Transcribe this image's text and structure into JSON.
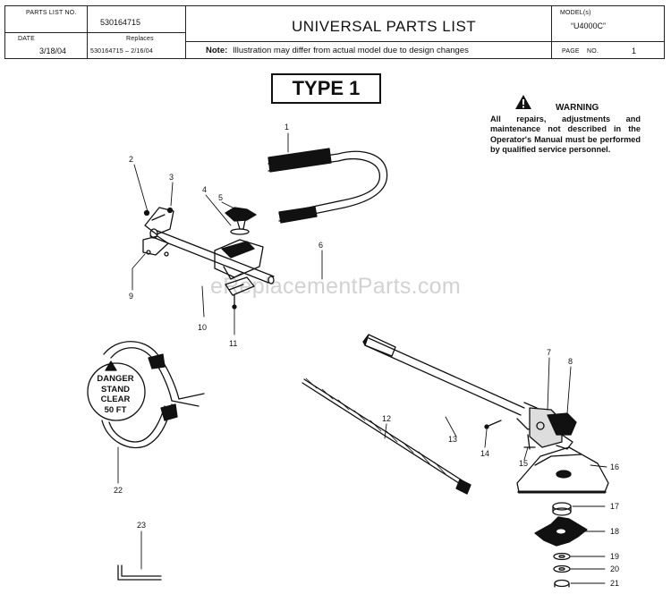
{
  "header": {
    "parts_list_no_label": "PARTS LIST NO.",
    "parts_list_no": "530164715",
    "title": "UNIVERSAL PARTS LIST",
    "models_label": "MODEL(s)",
    "model": "“U4000C”",
    "date_label": "DATE",
    "date": "3/18/04",
    "replaces_label": "Replaces",
    "replaces": "530164715 – 2/16/04",
    "note_bold": "Note:",
    "note_text": "Illustration may differ from actual model due to design changes",
    "page_label": "PAGE",
    "page_no_label": "NO.",
    "page_no": "1"
  },
  "type_label": "TYPE 1",
  "warning": {
    "title": "WARNING",
    "text": "All repairs, adjustments and maintenance not described in the Operator's Manual must be performed by qualified service personnel."
  },
  "danger_label": {
    "line1": "DANGER",
    "line2": "STAND",
    "line3": "CLEAR",
    "line4": "50 FT"
  },
  "watermark": "eReplacementParts.com",
  "parts": [
    {
      "num": "1"
    },
    {
      "num": "2"
    },
    {
      "num": "3"
    },
    {
      "num": "4"
    },
    {
      "num": "5"
    },
    {
      "num": "6"
    },
    {
      "num": "7"
    },
    {
      "num": "8"
    },
    {
      "num": "9"
    },
    {
      "num": "10"
    },
    {
      "num": "11"
    },
    {
      "num": "12"
    },
    {
      "num": "13"
    },
    {
      "num": "14"
    },
    {
      "num": "15"
    },
    {
      "num": "16"
    },
    {
      "num": "17"
    },
    {
      "num": "18"
    },
    {
      "num": "19"
    },
    {
      "num": "20"
    },
    {
      "num": "21"
    },
    {
      "num": "22"
    },
    {
      "num": "23"
    }
  ]
}
